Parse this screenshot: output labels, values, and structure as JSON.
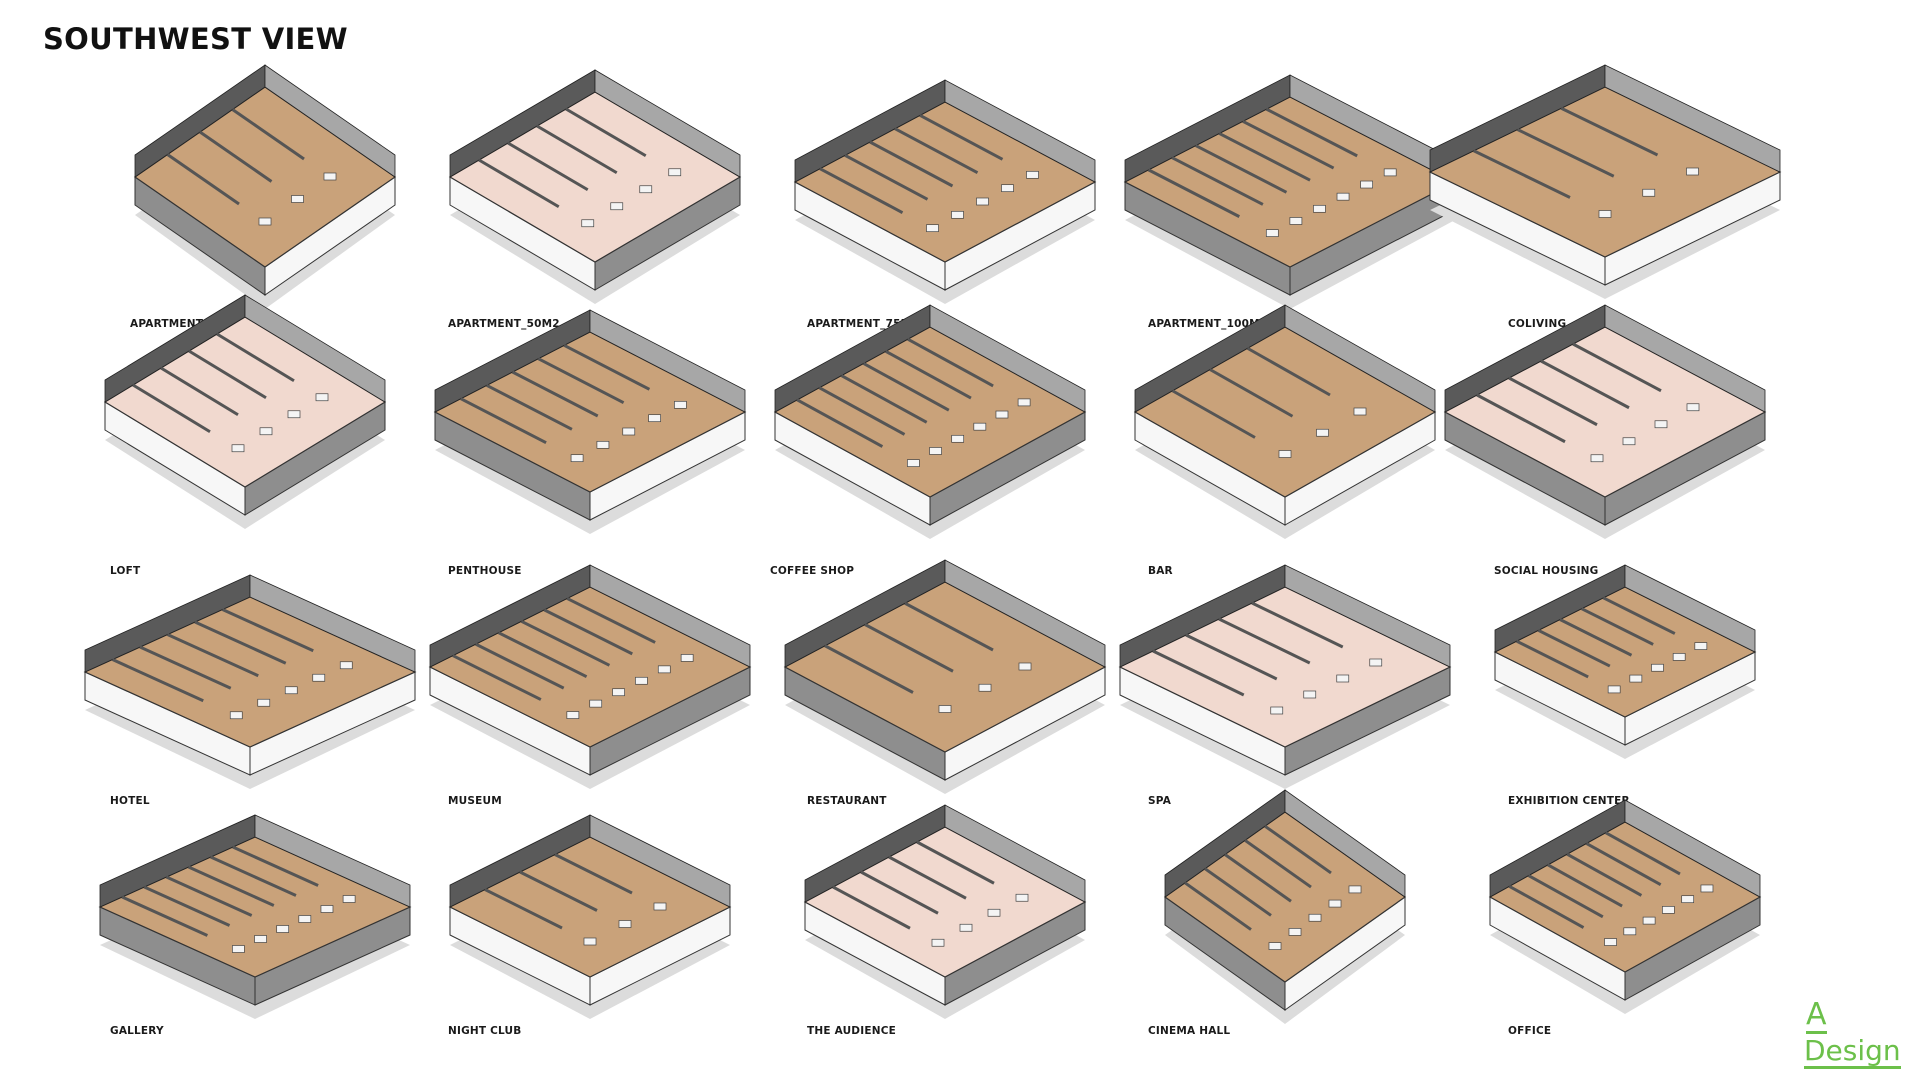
{
  "page": {
    "title": "SOUTHWEST VIEW"
  },
  "floorplans": [
    {
      "label": "APARTMENT_25M2"
    },
    {
      "label": "APARTMENT_50M2"
    },
    {
      "label": "APARTMENT_75M2"
    },
    {
      "label": "APARTMENT_100M2"
    },
    {
      "label": "COLIVING"
    },
    {
      "label": "LOFT"
    },
    {
      "label": "PENTHOUSE"
    },
    {
      "label": "COFFEE SHOP"
    },
    {
      "label": "BAR"
    },
    {
      "label": "SOCIAL HOUSING"
    },
    {
      "label": "HOTEL"
    },
    {
      "label": "MUSEUM"
    },
    {
      "label": "RESTAURANT"
    },
    {
      "label": "SPA"
    },
    {
      "label": "EXHIBITION CENTER"
    },
    {
      "label": "GALLERY"
    },
    {
      "label": "NIGHT CLUB"
    },
    {
      "label": "THE AUDIENCE"
    },
    {
      "label": "CINEMA HALL"
    },
    {
      "label": "OFFICE"
    }
  ],
  "logo": {
    "line1": "A",
    "line2": "Design"
  },
  "colors": {
    "floor_wood": "#c9a27a",
    "floor_pink": "#f1d9cf",
    "wall_gray": "#8e8e8e",
    "wall_dark": "#5a5a5a",
    "wall_white": "#f7f7f7",
    "logo_green": "#6cc04a"
  }
}
